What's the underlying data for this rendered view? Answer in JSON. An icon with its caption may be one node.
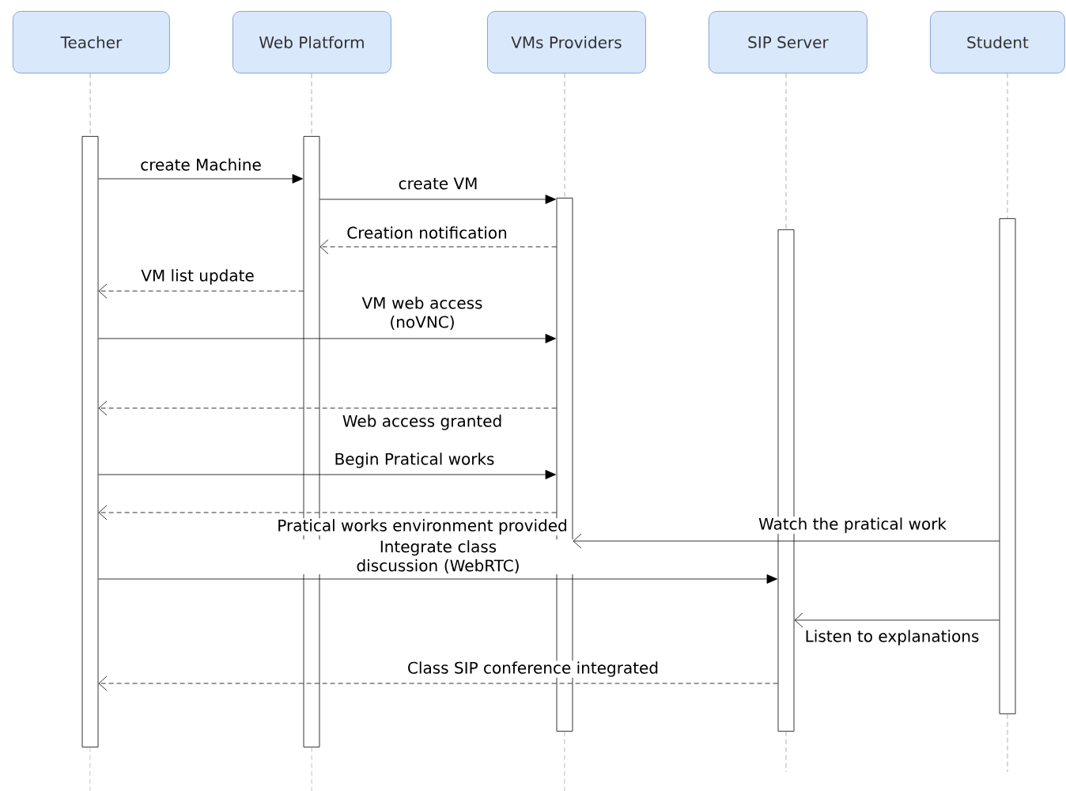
{
  "diagram": {
    "nodes": [
      {
        "text": [
          "Teacher"
        ]
      },
      {
        "text": [
          "Web Platform"
        ]
      },
      {
        "text": [
          "VMs Providers"
        ]
      },
      {
        "text": [
          "SIP Server"
        ]
      },
      {
        "text": [
          "Student"
        ]
      },
      {
        "text": [],
        "shape": "bar"
      },
      {
        "text": [],
        "shape": "bar"
      },
      {
        "text": [],
        "shape": "bar"
      },
      {
        "text": [],
        "shape": "bar"
      },
      {
        "text": [],
        "shape": "bar"
      }
    ],
    "edges": [
      {
        "from": 0,
        "to": 5,
        "arrow": "none",
        "style": "dashed",
        "color": "#999999"
      },
      {
        "from": 1,
        "to": 6,
        "arrow": "none",
        "style": "dashed",
        "color": "#999999"
      },
      {
        "from": 2,
        "to": 7,
        "arrow": "none",
        "style": "dashed",
        "color": "#999999"
      },
      {
        "from": 3,
        "to": 8,
        "arrow": "none",
        "style": "dashed",
        "color": "#999999"
      },
      {
        "from": 4,
        "to": 9,
        "arrow": "none",
        "style": "dashed",
        "color": "#999999"
      },
      {
        "from": 5,
        "to": 6,
        "arrow": "to",
        "label": "create Machine"
      },
      {
        "from": 6,
        "to": 7,
        "arrow": "to",
        "label": "create VM"
      },
      {
        "from": 7,
        "to": 6,
        "arrow": "to",
        "label": "Creation notification",
        "style": "dashed"
      },
      {
        "from": 6,
        "to": 5,
        "arrow": "to",
        "label": "VM list update",
        "style": "dashed"
      },
      {
        "from": 5,
        "to": 7,
        "arrow": "to",
        "label": "VM web access (noVNC)"
      },
      {
        "from": 7,
        "to": 5,
        "arrow": "to",
        "label": "Web access granted",
        "style": "dashed"
      },
      {
        "from": 5,
        "to": 7,
        "arrow": "to",
        "label": "Begin Pratical works"
      },
      {
        "from": 7,
        "to": 5,
        "arrow": "to",
        "label": "Pratical works environment provided",
        "style": "dashed"
      },
      {
        "from": 9,
        "to": 7,
        "arrow": "to",
        "label": "Watch the pratical work"
      },
      {
        "from": 5,
        "to": 8,
        "arrow": "to",
        "label": "Integrate class discussion (WebRTC)"
      },
      {
        "from": 9,
        "to": 8,
        "arrow": "to",
        "label": "Listen to explanations"
      },
      {
        "from": 8,
        "to": 5,
        "arrow": "to",
        "label": "Class SIP conference integrated",
        "style": "dashed"
      }
    ]
  }
}
